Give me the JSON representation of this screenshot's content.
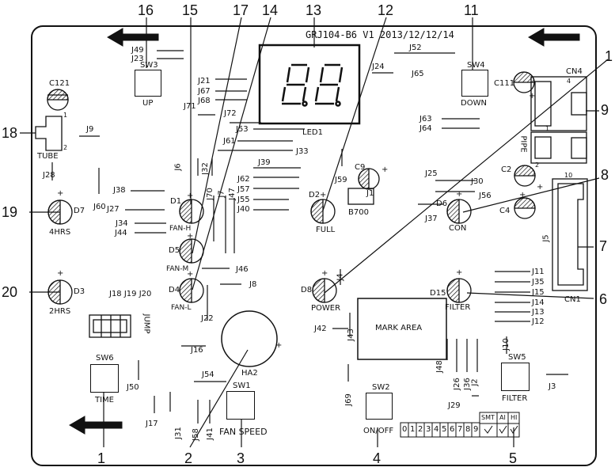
{
  "header": {
    "model_text": "GRJ104-B6  V1 2013/12/12/14",
    "led_label": "LED1",
    "display_digits": "88"
  },
  "callouts": [
    "1",
    "2",
    "3",
    "4",
    "5",
    "6",
    "7",
    "8",
    "9",
    "11",
    "12",
    "13",
    "14",
    "15",
    "16",
    "17",
    "18",
    "19",
    "20"
  ],
  "callout_values": {
    "c1b": "1",
    "c2": "2",
    "c3": "3",
    "c4": "4",
    "c5": "5",
    "c6": "6",
    "c7": "7",
    "c8": "8",
    "c9": "9",
    "c1t": "1",
    "c11": "11",
    "c12": "12",
    "c13": "13",
    "c14": "14",
    "c15": "15",
    "c16": "16",
    "c17": "17",
    "c18": "18",
    "c19": "19",
    "c20": "20"
  },
  "switches": {
    "sw1": {
      "id": "SW1",
      "label": "FAN SPEED"
    },
    "sw2": {
      "id": "SW2",
      "label": "ON/OFF"
    },
    "sw3": {
      "id": "SW3",
      "label": "UP"
    },
    "sw4": {
      "id": "SW4",
      "label": "DOWN"
    },
    "sw5": {
      "id": "SW5",
      "label": "FILTER"
    },
    "sw6": {
      "id": "SW6",
      "label": "TIME"
    }
  },
  "leds": {
    "d1": {
      "id": "D1",
      "label": "FAN-H"
    },
    "d2": {
      "id": "D2",
      "label": "FULL"
    },
    "d3": {
      "id": "D3",
      "label": "2HRS"
    },
    "d4": {
      "id": "D4",
      "label": "FAN-L"
    },
    "d5": {
      "id": "D5",
      "label": "FAN-M"
    },
    "d6": {
      "id": "D6",
      "label": "CON"
    },
    "d7": {
      "id": "D7",
      "label": "4HRS"
    },
    "d8": {
      "id": "D8",
      "label": "POWER"
    },
    "d15": {
      "id": "D15",
      "label": "FILTER"
    }
  },
  "caps": {
    "c121": "C121",
    "c111": "C111",
    "c9": "C9",
    "c2": "C2",
    "c4": "C4"
  },
  "connectors": {
    "cn4": "CN4",
    "cn1": "CN1",
    "j1": "J1",
    "j5": "J5",
    "b700": "B700",
    "tube": "TUBE",
    "pipe": "PIPE",
    "jump": "JUMP",
    "ha2": "HA2"
  },
  "mark_area": "MARK   AREA",
  "jumpers": [
    "J49",
    "J23",
    "J21",
    "J67",
    "J68",
    "J71",
    "J72",
    "J53",
    "J61",
    "J33",
    "J6",
    "J32",
    "J39",
    "J62",
    "J57",
    "J55",
    "J40",
    "J38",
    "J60",
    "J27",
    "J34",
    "J44",
    "J70",
    "J7",
    "J47",
    "J46",
    "J8",
    "J9",
    "J28",
    "J18",
    "J19",
    "J20",
    "J22",
    "J16",
    "J54",
    "J50",
    "J17",
    "J31",
    "J58",
    "J41",
    "J24",
    "J52",
    "J65",
    "J59",
    "J63",
    "J64",
    "J25",
    "J30",
    "J56",
    "J37",
    "J11",
    "J35",
    "J15",
    "J14",
    "J13",
    "J12",
    "J42",
    "J43",
    "J4",
    "J69",
    "J48",
    "J26",
    "J36",
    "J2",
    "J29",
    "J10",
    "J3"
  ],
  "jump_block": "J18 J19 J20",
  "digit_strip": [
    "0",
    "1",
    "2",
    "3",
    "4",
    "5",
    "6",
    "7",
    "8",
    "9"
  ],
  "smt_table": [
    "SMT",
    "AI",
    "HI"
  ],
  "pin_marks": {
    "p1": "1",
    "p10": "10",
    "p2": "2",
    "p4": "4",
    "p1b": "1",
    "p2b": "2"
  }
}
